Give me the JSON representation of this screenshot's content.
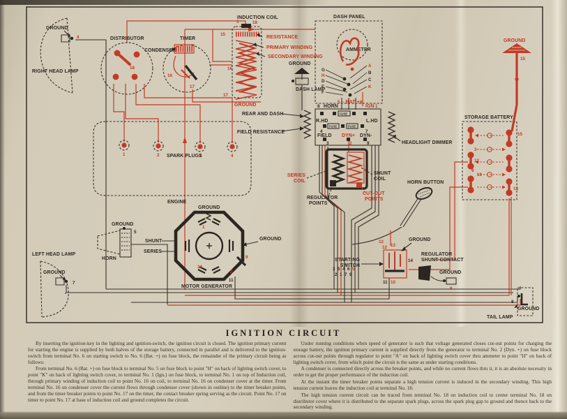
{
  "page": {
    "title": "IGNITION CIRCUIT",
    "text": {
      "left": [
        "By inserting the ignition-key in the lighting and ignition-switch, the ignition circuit is closed. The ignition primary current for starting the engine is supplied by both halves of the storage battery, connected in parallel and is delivered to the ignition-switch from terminal No. 6 on starting switch to No. 6 (Bat. +) on fuse block, the remainder of the primary circuit being as follows:",
        "From terminal No. 6 (Bat. +) on fuse block to terminal No. 5 on fuse block to point \"H\" on back of lighting switch cover, to point \"K\" on back of lighting switch cover, to terminal No. 1 (Ign.) on fuse block, to terminal No. 1 on top of Induction coil, through primary winding of induction coil to point No. 16 on coil, to terminal No. 16 on condenser cover at the timer. From terminal No. 16 on condenser cover the current flows through condenser cover (shown in outline) to the timer breaker points, and from the timer breaker points to point No. 17 on the timer, the contact breaker spring serving as the circuit.  Point No. 17 on timer to point No. 17 at base of induction coil and ground completes the circuit."
      ],
      "right": [
        "Under running conditions when speed of generator is such that voltage generated closes cut-out points for charging the storage battery, the ignition primary current is supplied directly from the generator to terminal No. 2 (Dyn. +) on fuse block across cut-out points through regulator to point \"A\" on back of lighting switch cover thru ammeter to point \"H\" on back of lighting switch cover, from which point the circuit is the same as under starting conditions.",
        "A condenser is connected directly across the breaker points, and while no current flows thru it, it is an absolute necessity in order to get the proper performance of the induction coil.",
        "At the instant the timer breaker points separate a high tension current is induced in the secondary winding.  This high tension current leaves the induction coil at terminal No. 18.",
        "The high tension current circuit can be traced from terminal No. 18 on induction coil to center terminal No. 18 on distributor cover where it is distributed to the separate spark plugs, across the spark plug gap to ground and thence back to the secondary winding."
      ]
    }
  },
  "labels": {
    "ground": "GROUND",
    "right_head_lamp": "RIGHT HEAD LAMP",
    "left_head_lamp": "LEFT HEAD LAMP",
    "tail_lamp": "TAIL LAMP",
    "distributor": "DISTRIBUTOR",
    "condenser": "CONDENSER",
    "timer": "TIMER",
    "induction_coil": "INDUCTION COIL",
    "resistance": "RESISTANCE",
    "primary_winding": "PRIMARY WINDING",
    "secondary_winding": "SECONDARY WINDING",
    "dash_panel": "DASH PANEL",
    "ammeter": "AMMETER",
    "dash_lamp": "DASH LAMP",
    "rear_and_dash": "REAR AND DASH",
    "field_resistance": "FIELD RESISTANCE",
    "headlight_dimmer": "HEADLIGHT DIMMER",
    "horn": "HORN",
    "horn_button": "HORN BUTTON",
    "storage_battery": "STORAGE BATTERY",
    "spark_plugs": "SPARK PLUGS",
    "engine": "ENGINE",
    "motor_generator": "MOTOR GENERATOR",
    "shunt": "SHUNT",
    "series": "SERIES",
    "series_coil_1": "SERIES",
    "series_coil_2": "COIL",
    "shunt_coil_1": "SHUNT",
    "shunt_coil_2": "COIL",
    "cut_out_1": "CUT-OUT",
    "cut_out_2": "POINTS",
    "regulator_pts_1": "REGULATOR",
    "regulator_pts_2": "POINTS",
    "starting_1": "STARTING",
    "starting_2": "SWITCH",
    "reg_shunt_1": "REGULATOR",
    "reg_shunt_2": "SHUNT CONTACT",
    "fuse": "FUSE",
    "bat_row": "- BAT +",
    "horn_fuse": "HORN",
    "ign": "IGN",
    "r_hd": "R.HD",
    "l_hd": "L.HD",
    "field": "FIELD",
    "dyn_plus": "DYN+",
    "dyn_minus": "DYN-"
  },
  "points": {
    "a": "A",
    "b": "B",
    "c": "C",
    "k": "K",
    "g": "G",
    "h": "H",
    "d": "D",
    "e": "E",
    "f": "F"
  },
  "terminals": {
    "n1": "1",
    "n2": "2",
    "n3": "3",
    "n4": "4",
    "n5": "5",
    "n6": "6",
    "n7": "7",
    "n8": "8",
    "n9": "9",
    "n10": "10",
    "n11": "11",
    "n12": "12",
    "n13": "13",
    "n14": "14",
    "n15": "15",
    "n16": "16",
    "n17": "17",
    "n18": "18"
  },
  "colors": {
    "paper": "#d6cebc",
    "wire_red": "#c23b26",
    "wire_black": "#35302a",
    "label_red": "#c0371f",
    "label_black": "#2b2720"
  }
}
